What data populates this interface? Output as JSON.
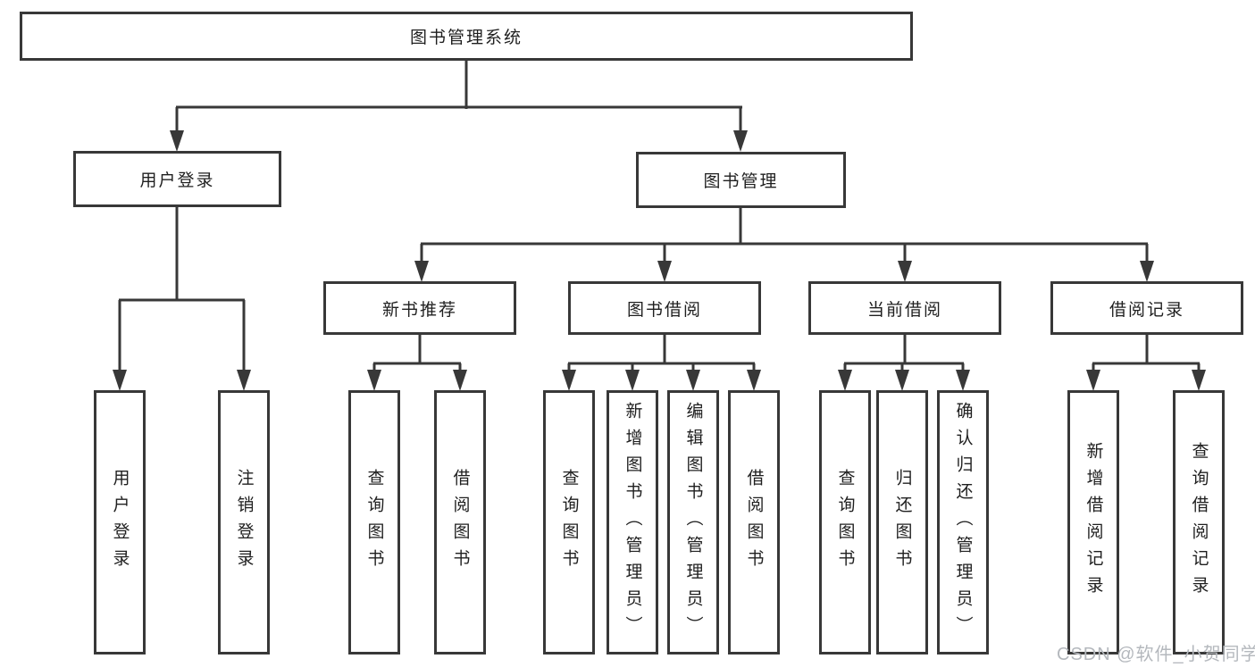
{
  "diagram": {
    "type": "tree-functional-structure",
    "watermark": "CSDN @软件_小贺同学",
    "colors": {
      "line": "#383838",
      "text": "#1f1f1f",
      "watermark": "#b4b8bd",
      "background": "#ffffff"
    },
    "nodes": {
      "root": "图书管理系统",
      "user_login": "用户登录",
      "book_mgmt": "图书管理",
      "new_book_rec": "新书推荐",
      "book_borrow": "图书借阅",
      "current_borrow": "当前借阅",
      "borrow_records": "借阅记录",
      "leaf_user_login": "用户登录",
      "leaf_logout": "注销登录",
      "leaf_nbr_query": "查询图书",
      "leaf_nbr_borrow": "借阅图书",
      "leaf_bb_query": "查询图书",
      "leaf_bb_add": "新增图书（管理员）",
      "leaf_bb_edit": "编辑图书（管理员）",
      "leaf_bb_borrow": "借阅图书",
      "leaf_cb_query": "查询图书",
      "leaf_cb_return": "归还图书",
      "leaf_cb_confirm": "确认归还（管理员）",
      "leaf_br_add": "新增借阅记录",
      "leaf_br_query": "查询借阅记录"
    },
    "edges": [
      [
        "root",
        "user_login"
      ],
      [
        "root",
        "book_mgmt"
      ],
      [
        "user_login",
        "leaf_user_login"
      ],
      [
        "user_login",
        "leaf_logout"
      ],
      [
        "book_mgmt",
        "new_book_rec"
      ],
      [
        "book_mgmt",
        "book_borrow"
      ],
      [
        "book_mgmt",
        "current_borrow"
      ],
      [
        "book_mgmt",
        "borrow_records"
      ],
      [
        "new_book_rec",
        "leaf_nbr_query"
      ],
      [
        "new_book_rec",
        "leaf_nbr_borrow"
      ],
      [
        "book_borrow",
        "leaf_bb_query"
      ],
      [
        "book_borrow",
        "leaf_bb_add"
      ],
      [
        "book_borrow",
        "leaf_bb_edit"
      ],
      [
        "book_borrow",
        "leaf_bb_borrow"
      ],
      [
        "current_borrow",
        "leaf_cb_query"
      ],
      [
        "current_borrow",
        "leaf_cb_return"
      ],
      [
        "current_borrow",
        "leaf_cb_confirm"
      ],
      [
        "borrow_records",
        "leaf_br_add"
      ],
      [
        "borrow_records",
        "leaf_br_query"
      ]
    ]
  }
}
